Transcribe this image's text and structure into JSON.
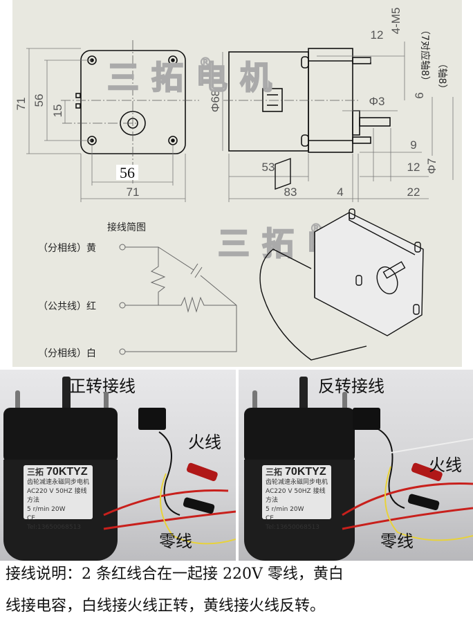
{
  "watermark": {
    "brand": "三拓电机",
    "registered": "®"
  },
  "dimensions": {
    "front": {
      "height_outer": "71",
      "height_holes": "56",
      "shaft_offset": "15",
      "width_holes": "56",
      "width_outer": "71"
    },
    "side": {
      "diameter_body": "Φ68",
      "body_length": "53",
      "total_length": "83",
      "flange_gap": "4",
      "shaft_length": "22",
      "stud_length": "12",
      "thread": "4-M5",
      "shaft_flat": "Φ3",
      "shaft_dia": "Φ7",
      "flat_len": "9",
      "shaft_ext": "12",
      "flat_depth": "6",
      "note_7_to_8": "（7对应轴8）",
      "note_shaft8": "（轴8）"
    }
  },
  "wiring": {
    "title": "接线简图",
    "terminals": [
      {
        "label": "（分相线）黄"
      },
      {
        "label": "（公共线）红"
      },
      {
        "label": "（分相线）白"
      }
    ]
  },
  "photos": [
    {
      "title": "正转接线",
      "live_label": "火线",
      "neutral_label": "零线",
      "plate": {
        "brand": "三拓",
        "model": "70KTYZ",
        "type": "齿轮减速永磁同步电机",
        "spec1": "AC220 V  50HZ",
        "spec2": "5 r/min  20W",
        "cert": "CE",
        "tel": "Tel:13650068513",
        "method": "接线方法"
      }
    },
    {
      "title": "反转接线",
      "live_label": "火线",
      "neutral_label": "零线",
      "plate": {
        "brand": "三拓",
        "model": "70KTYZ",
        "type": "齿轮减速永磁同步电机",
        "spec1": "AC220 V  50HZ",
        "spec2": "5 r/min  20W",
        "cert": "CE",
        "tel": "Tel:13650068513",
        "method": "接线方法"
      }
    }
  ],
  "explanation": {
    "line1": "接线说明：2 条红线合在一起接 220V 零线，黄白",
    "line2": "线接电容，白线接火线正转，黄线接火线反转。"
  },
  "colors": {
    "drawing_bg": "#e8e8e0",
    "line": "#111111",
    "dim_line": "#777777",
    "wire_red": "#c8201c",
    "wire_yellow": "#e8d23a"
  }
}
